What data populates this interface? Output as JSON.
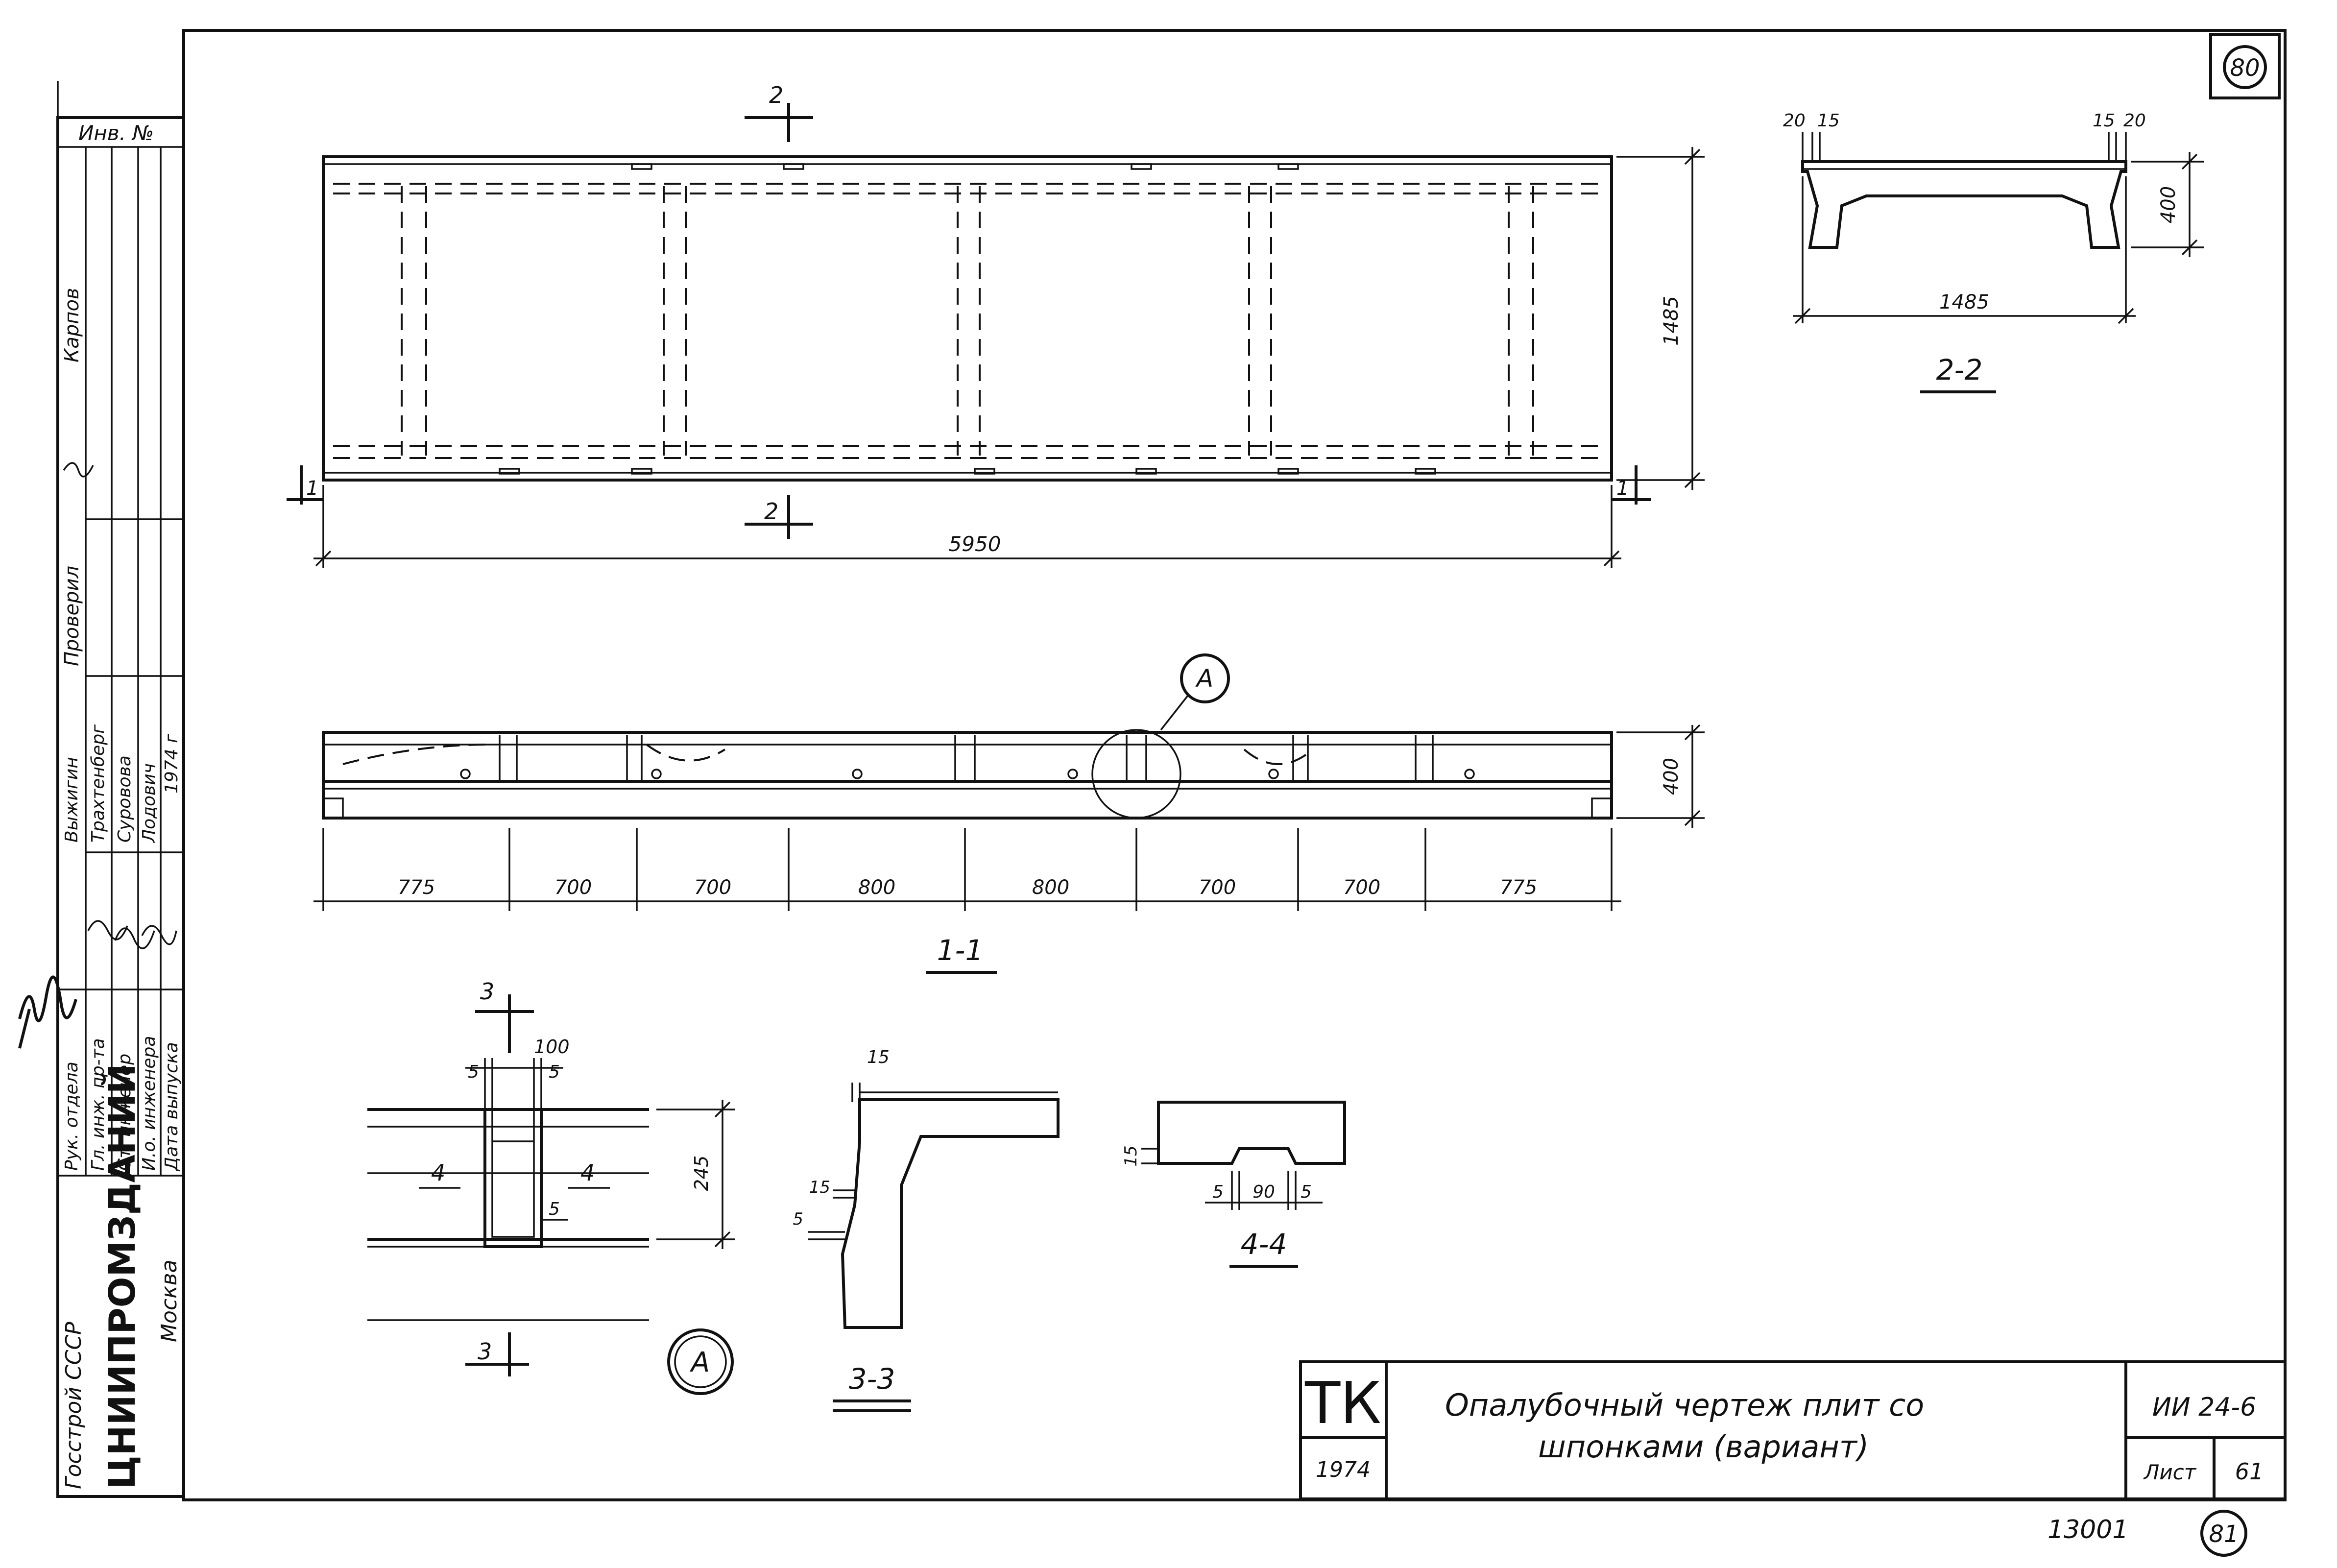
{
  "sheet": {
    "corner_number_top": "80",
    "corner_number_bottom": "81",
    "archive_number": "13001"
  },
  "left_strip": {
    "inv_label": "Инв. №",
    "org_ministry": "Госстрой   СССР",
    "org_name": "ЦНИИПРОМЗДАНИЙ",
    "org_city": "Москва",
    "roles": [
      "Рук. отдела",
      "Гл. инж. пр-та",
      "Ст. инженер",
      "И.о. инженера",
      "Дата выпуска"
    ],
    "people": [
      "Выжигин",
      "Трахтенберг",
      "Суровова",
      "Лодович",
      "1974 г"
    ],
    "checked_label": "Проверил",
    "checked_name": "Карпов"
  },
  "title_block": {
    "logo": "ТК",
    "year": "1974",
    "title_line1": "Опалубочный  чертеж  плит  со",
    "title_line2": "шпонками  (вариант)",
    "code": "ИИ 24-6",
    "sheet_label": "Лист",
    "sheet_no": "61"
  },
  "plan": {
    "length": "5950",
    "width": "1485",
    "section1_mark": "1",
    "section2_mark": "2"
  },
  "section_1_1": {
    "title": "1-1",
    "height": "400",
    "callout": "А",
    "spacings": [
      "775",
      "700",
      "700",
      "800",
      "800",
      "700",
      "700",
      "775"
    ]
  },
  "section_2_2": {
    "title": "2-2",
    "width": "1485",
    "height": "400",
    "dims_left": [
      "20",
      "15"
    ],
    "dims_right": [
      "15",
      "20"
    ]
  },
  "detail_a": {
    "label": "А",
    "width": "100",
    "edge_left": "5",
    "edge_right": "5",
    "edge_bottom": "5",
    "height": "245",
    "section_mark_3": "3",
    "section_mark_4": "4"
  },
  "section_3_3": {
    "title": "3-3",
    "dim_top": "15",
    "dim_mid": "15",
    "dim_low": "5"
  },
  "section_4_4": {
    "title": "4-4",
    "dim_left": "5",
    "dim_mid": "90",
    "dim_right": "5",
    "dim_height": "15"
  }
}
